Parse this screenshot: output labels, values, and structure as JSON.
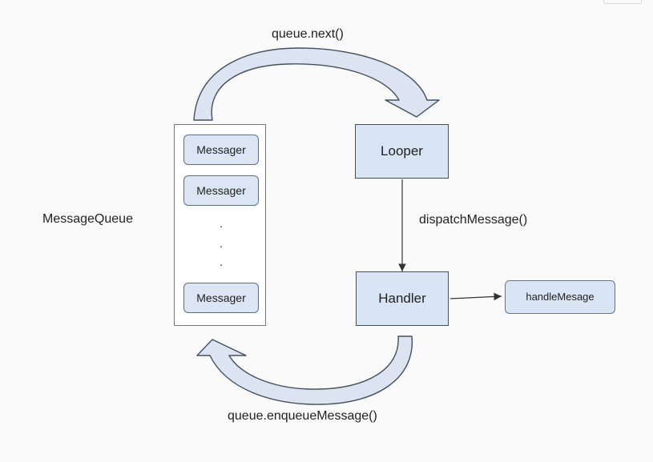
{
  "labels": {
    "top_arrow": "queue.next()",
    "bottom_arrow": "queue.enqueueMessage()",
    "dispatch": "dispatchMessage()",
    "queue_title": "MessageQueue"
  },
  "queue_items": {
    "first": "Messager",
    "second": "Messager",
    "last": "Messager",
    "ellipsis_1": ".",
    "ellipsis_2": ".",
    "ellipsis_3": "."
  },
  "nodes": {
    "looper": "Looper",
    "handler": "Handler",
    "handle_message": "handleMesage"
  },
  "colors": {
    "background": "#fafafa",
    "node_fill": "#d9e5f4",
    "message_fill": "#dbe5f3",
    "arrow_fill": "#dbe4f0",
    "stroke": "#44505d"
  }
}
